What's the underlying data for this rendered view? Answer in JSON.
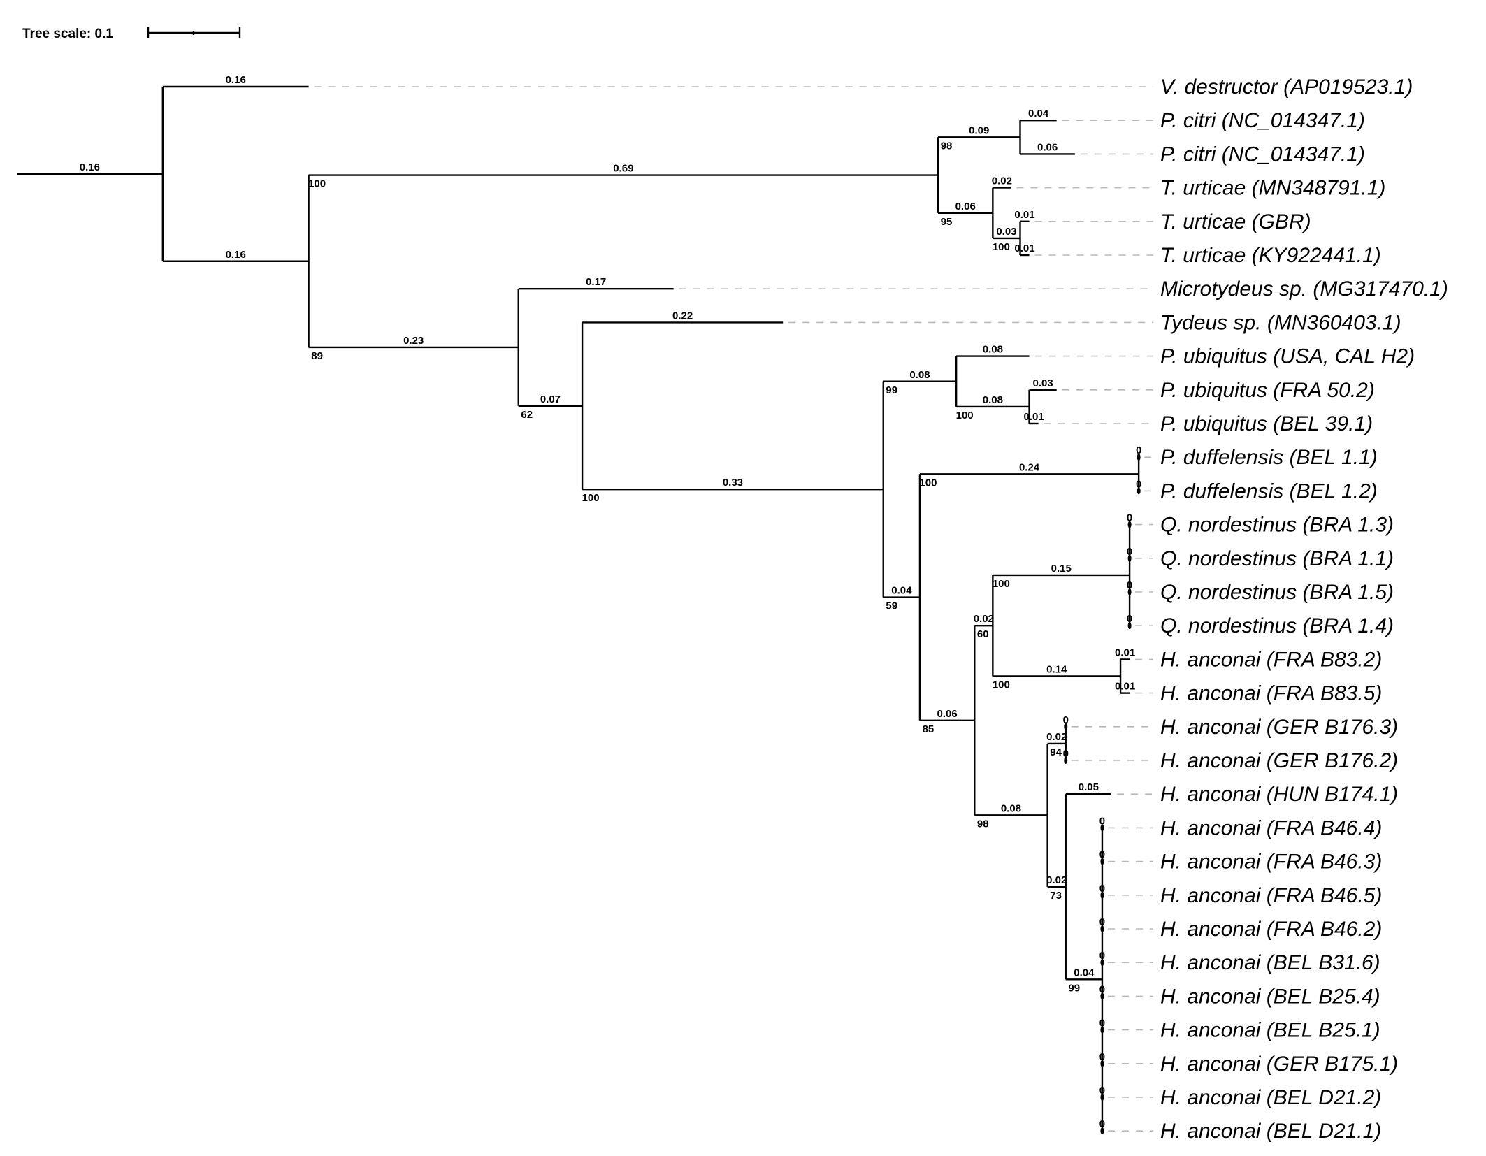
{
  "scale": {
    "label": "Tree scale: 0.1",
    "unit_branch_length": 0.1
  },
  "tips": [
    "V. destructor (AP019523.1)",
    "P. citri (NC_014347.1)",
    "P. citri (NC_014347.1)",
    "T. urticae (MN348791.1)",
    "T. urticae (GBR)",
    "T. urticae (KY922441.1)",
    "Microtydeus sp. (MG317470.1)",
    "Tydeus sp. (MN360403.1)",
    "P. ubiquitus (USA, CAL H2)",
    "P. ubiquitus (FRA 50.2)",
    "P. ubiquitus (BEL 39.1)",
    "P. duffelensis (BEL 1.1)",
    "P. duffelensis (BEL 1.2)",
    "Q. nordestinus (BRA 1.3)",
    "Q. nordestinus (BRA 1.1)",
    "Q. nordestinus (BRA 1.5)",
    "Q. nordestinus (BRA 1.4)",
    "H. anconai (FRA B83.2)",
    "H. anconai (FRA B83.5)",
    "H. anconai (GER B176.3)",
    "H. anconai (GER B176.2)",
    "H. anconai (HUN B174.1)",
    "H. anconai (FRA B46.4)",
    "H. anconai (FRA B46.3)",
    "H. anconai (FRA B46.5)",
    "H. anconai (FRA B46.2)",
    "H. anconai (BEL B31.6)",
    "H. anconai (BEL B25.4)",
    "H. anconai (BEL B25.1)",
    "H. anconai (GER B175.1)",
    "H. anconai (BEL D21.2)",
    "H. anconai (BEL D21.1)"
  ],
  "tree": {
    "len": "0.16",
    "children": [
      {
        "len": "0.16",
        "tip": 0
      },
      {
        "len": "0.16",
        "children": [
          {
            "len": "0.69",
            "sup": "100",
            "children": [
              {
                "len": "0.09",
                "sup": "98",
                "children": [
                  {
                    "len": "0.04",
                    "tip": 1
                  },
                  {
                    "len": "0.06",
                    "tip": 2
                  }
                ]
              },
              {
                "len": "0.06",
                "sup": "95",
                "children": [
                  {
                    "len": "0.02",
                    "tip": 3
                  },
                  {
                    "len": "0.03",
                    "sup": "100",
                    "children": [
                      {
                        "len": "0.01",
                        "tip": 4
                      },
                      {
                        "len": "0.01",
                        "tip": 5
                      }
                    ]
                  }
                ]
              }
            ]
          },
          {
            "len": "0.23",
            "sup": "89",
            "children": [
              {
                "len": "0.17",
                "tip": 6
              },
              {
                "len": "0.07",
                "sup": "62",
                "children": [
                  {
                    "len": "0.22",
                    "tip": 7
                  },
                  {
                    "len": "0.33",
                    "sup": "100",
                    "children": [
                      {
                        "len": "0.08",
                        "sup": "99",
                        "children": [
                          {
                            "len": "0.08",
                            "tip": 8
                          },
                          {
                            "len": "0.08",
                            "sup": "100",
                            "children": [
                              {
                                "len": "0.03",
                                "tip": 9
                              },
                              {
                                "len": "0.01",
                                "tip": 10
                              }
                            ]
                          }
                        ]
                      },
                      {
                        "len": "0.04",
                        "sup": "59",
                        "children": [
                          {
                            "len": "0.24",
                            "sup": "100",
                            "children": [
                              {
                                "len": "0",
                                "tip": 11
                              },
                              {
                                "len": "0",
                                "tip": 12
                              }
                            ]
                          },
                          {
                            "len": "0.06",
                            "sup": "85",
                            "children": [
                              {
                                "len": "0.02",
                                "sup": "60",
                                "children": [
                                  {
                                    "len": "0.15",
                                    "sup": "100",
                                    "children": [
                                      {
                                        "len": "0",
                                        "tip": 13
                                      },
                                      {
                                        "len": "0",
                                        "tip": 14
                                      },
                                      {
                                        "len": "0",
                                        "tip": 15
                                      },
                                      {
                                        "len": "0",
                                        "tip": 16
                                      }
                                    ]
                                  },
                                  {
                                    "len": "0.14",
                                    "sup": "100",
                                    "children": [
                                      {
                                        "len": "0.01",
                                        "tip": 17
                                      },
                                      {
                                        "len": "0.01",
                                        "tip": 18
                                      }
                                    ]
                                  }
                                ]
                              },
                              {
                                "len": "0.08",
                                "sup": "98",
                                "children": [
                                  {
                                    "len": "0.02",
                                    "sup": "94",
                                    "children": [
                                      {
                                        "len": "0",
                                        "tip": 19
                                      },
                                      {
                                        "len": "0",
                                        "tip": 20
                                      }
                                    ]
                                  },
                                  {
                                    "len": "0.02",
                                    "sup": "73",
                                    "children": [
                                      {
                                        "len": "0.05",
                                        "tip": 21
                                      },
                                      {
                                        "len": "0.04",
                                        "sup": "99",
                                        "children": [
                                          {
                                            "len": "0",
                                            "tip": 22
                                          },
                                          {
                                            "len": "0",
                                            "tip": 23
                                          },
                                          {
                                            "len": "0",
                                            "tip": 24
                                          },
                                          {
                                            "len": "0",
                                            "tip": 25
                                          },
                                          {
                                            "len": "0",
                                            "tip": 26
                                          },
                                          {
                                            "len": "0",
                                            "tip": 27
                                          },
                                          {
                                            "len": "0",
                                            "tip": 28
                                          },
                                          {
                                            "len": "0",
                                            "tip": 29
                                          },
                                          {
                                            "len": "0",
                                            "tip": 30
                                          },
                                          {
                                            "len": "0",
                                            "tip": 31
                                          }
                                        ]
                                      }
                                    ]
                                  }
                                ]
                              }
                            ]
                          }
                        ]
                      }
                    ]
                  }
                ]
              }
            ]
          }
        ]
      }
    ]
  }
}
